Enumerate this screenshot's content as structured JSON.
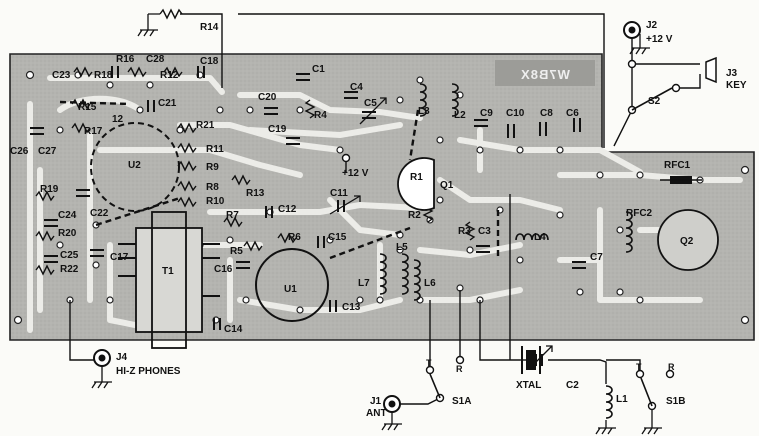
{
  "board": {
    "stamp": "W7B8X"
  },
  "components": {
    "R14": "R14",
    "R16": "R16",
    "C28": "C28",
    "R18": "R18",
    "R12": "R12",
    "C18": "C18",
    "C23": "C23",
    "C1": "C1",
    "C4": "C4",
    "C20": "C20",
    "C5": "C5",
    "R4": "R4",
    "C19": "C19",
    "R15": "R15",
    "C21": "C21",
    "R17": "R17",
    "R21": "R21",
    "R11": "R11",
    "R9": "R9",
    "R8": "R8",
    "R10": "R10",
    "R13": "R13",
    "C26": "C26",
    "C27": "C27",
    "U2": "U2",
    "R19": "R19",
    "C24": "C24",
    "C22": "C22",
    "R20": "R20",
    "C25": "C25",
    "R22": "R22",
    "C17": "C17",
    "T1": "T1",
    "R7": "R7",
    "C12": "C12",
    "R5": "R5",
    "R6": "R6",
    "C15": "C15",
    "C16": "C16",
    "U1": "U1",
    "C14": "C14",
    "C13": "C13",
    "C11": "C11",
    "L7": "L7",
    "L5": "L5",
    "L6": "L6",
    "L3": "L3",
    "L2": "L2",
    "C9": "C9",
    "C10": "C10",
    "C8": "C8",
    "C6": "C6",
    "R1": "R1",
    "Q1": "Q1",
    "R2": "R2",
    "R3": "R3",
    "C3": "C3",
    "L4": "L4",
    "C7": "C7",
    "RFC1": "RFC1",
    "RFC2": "RFC2",
    "Q2": "Q2",
    "R12_12": "12"
  },
  "supply": {
    "board_plus12": "+12 V",
    "j2_plus12": "+12 V"
  },
  "jacks": {
    "J2": "J2",
    "J3": "J3",
    "J3_name": "KEY",
    "J4": "J4",
    "J4_name": "HI-Z PHONES",
    "J1": "J1",
    "J1_name": "ANT"
  },
  "switches": {
    "S2": "S2",
    "S1A": "S1A",
    "S1B": "S1B",
    "T": "T",
    "R": "R"
  },
  "external": {
    "XTAL": "XTAL",
    "C2": "C2",
    "L1": "L1"
  },
  "colors": {
    "board": "#b6b6b2",
    "board_dark": "#959590",
    "trace": "#ecece8",
    "ink": "#111111"
  }
}
